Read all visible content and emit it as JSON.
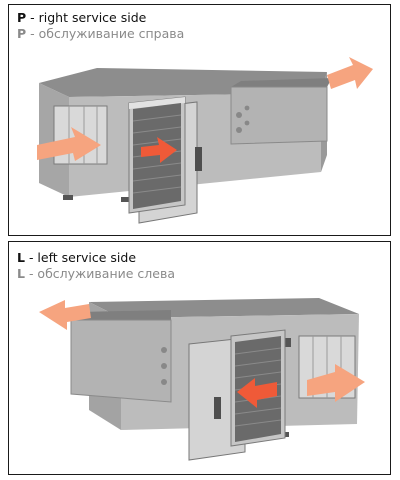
{
  "panels": [
    {
      "letter": "P",
      "caption_en": " - right service side",
      "caption_ru": " - обслуживание справа"
    },
    {
      "letter": "L",
      "caption_en": " - left service side",
      "caption_ru": " - обслуживание слева"
    }
  ],
  "colors": {
    "arrow": "#f6a47f",
    "arrow_inner": "#ef5a38",
    "unit_face": "#b9b9b9",
    "unit_top": "#8d8d8d",
    "unit_side": "#a3a3a3",
    "panel_face": "#c9c9c9",
    "coil": "#6a6a6a",
    "text_en": "#111111",
    "text_ru": "#8a8a8a"
  },
  "icons": [
    "air-flow-arrow-icon",
    "service-door-icon"
  ]
}
